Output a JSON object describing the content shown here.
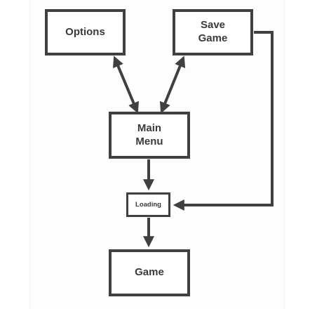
{
  "nodes": {
    "options": "Options",
    "save_game": "Save\nGame",
    "main_menu": "Main\nMenu",
    "loading": "Loading",
    "game": "Game"
  },
  "colors": {
    "stroke": "#404040",
    "text": "#3a3a3a"
  }
}
